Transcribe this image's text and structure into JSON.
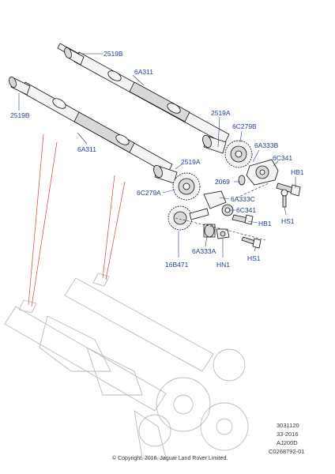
{
  "labels": {
    "bearing_upper": "2519B",
    "shaft_upper": "6A311",
    "bearing_left": "2519B",
    "shaft_lower": "6A311",
    "bearing_right": "2519A",
    "gear_upper": "6C279B",
    "gear_asm_upper": "6A333B",
    "bearing_mid": "2519A",
    "plate": "6C341",
    "bolt_hb_upper": "HB1",
    "washer": "2069",
    "gear_lower": "6C279A",
    "gear_asm_mid": "6A333C",
    "spacer": "6C341",
    "bolt_hs_upper": "HS1",
    "bolt_hb_lower": "HB1",
    "gear_asm_lower": "6A333A",
    "drive_gear": "16B471",
    "nut": "HN1",
    "bolt_hs_lower": "HS1"
  },
  "reference": {
    "line1": "3031120",
    "line2": "33-2016",
    "line3": "AJ200D",
    "line4": "C0268792-01"
  },
  "copyright": "© Copyright, 2016. Jaguar Land Rover Limited."
}
